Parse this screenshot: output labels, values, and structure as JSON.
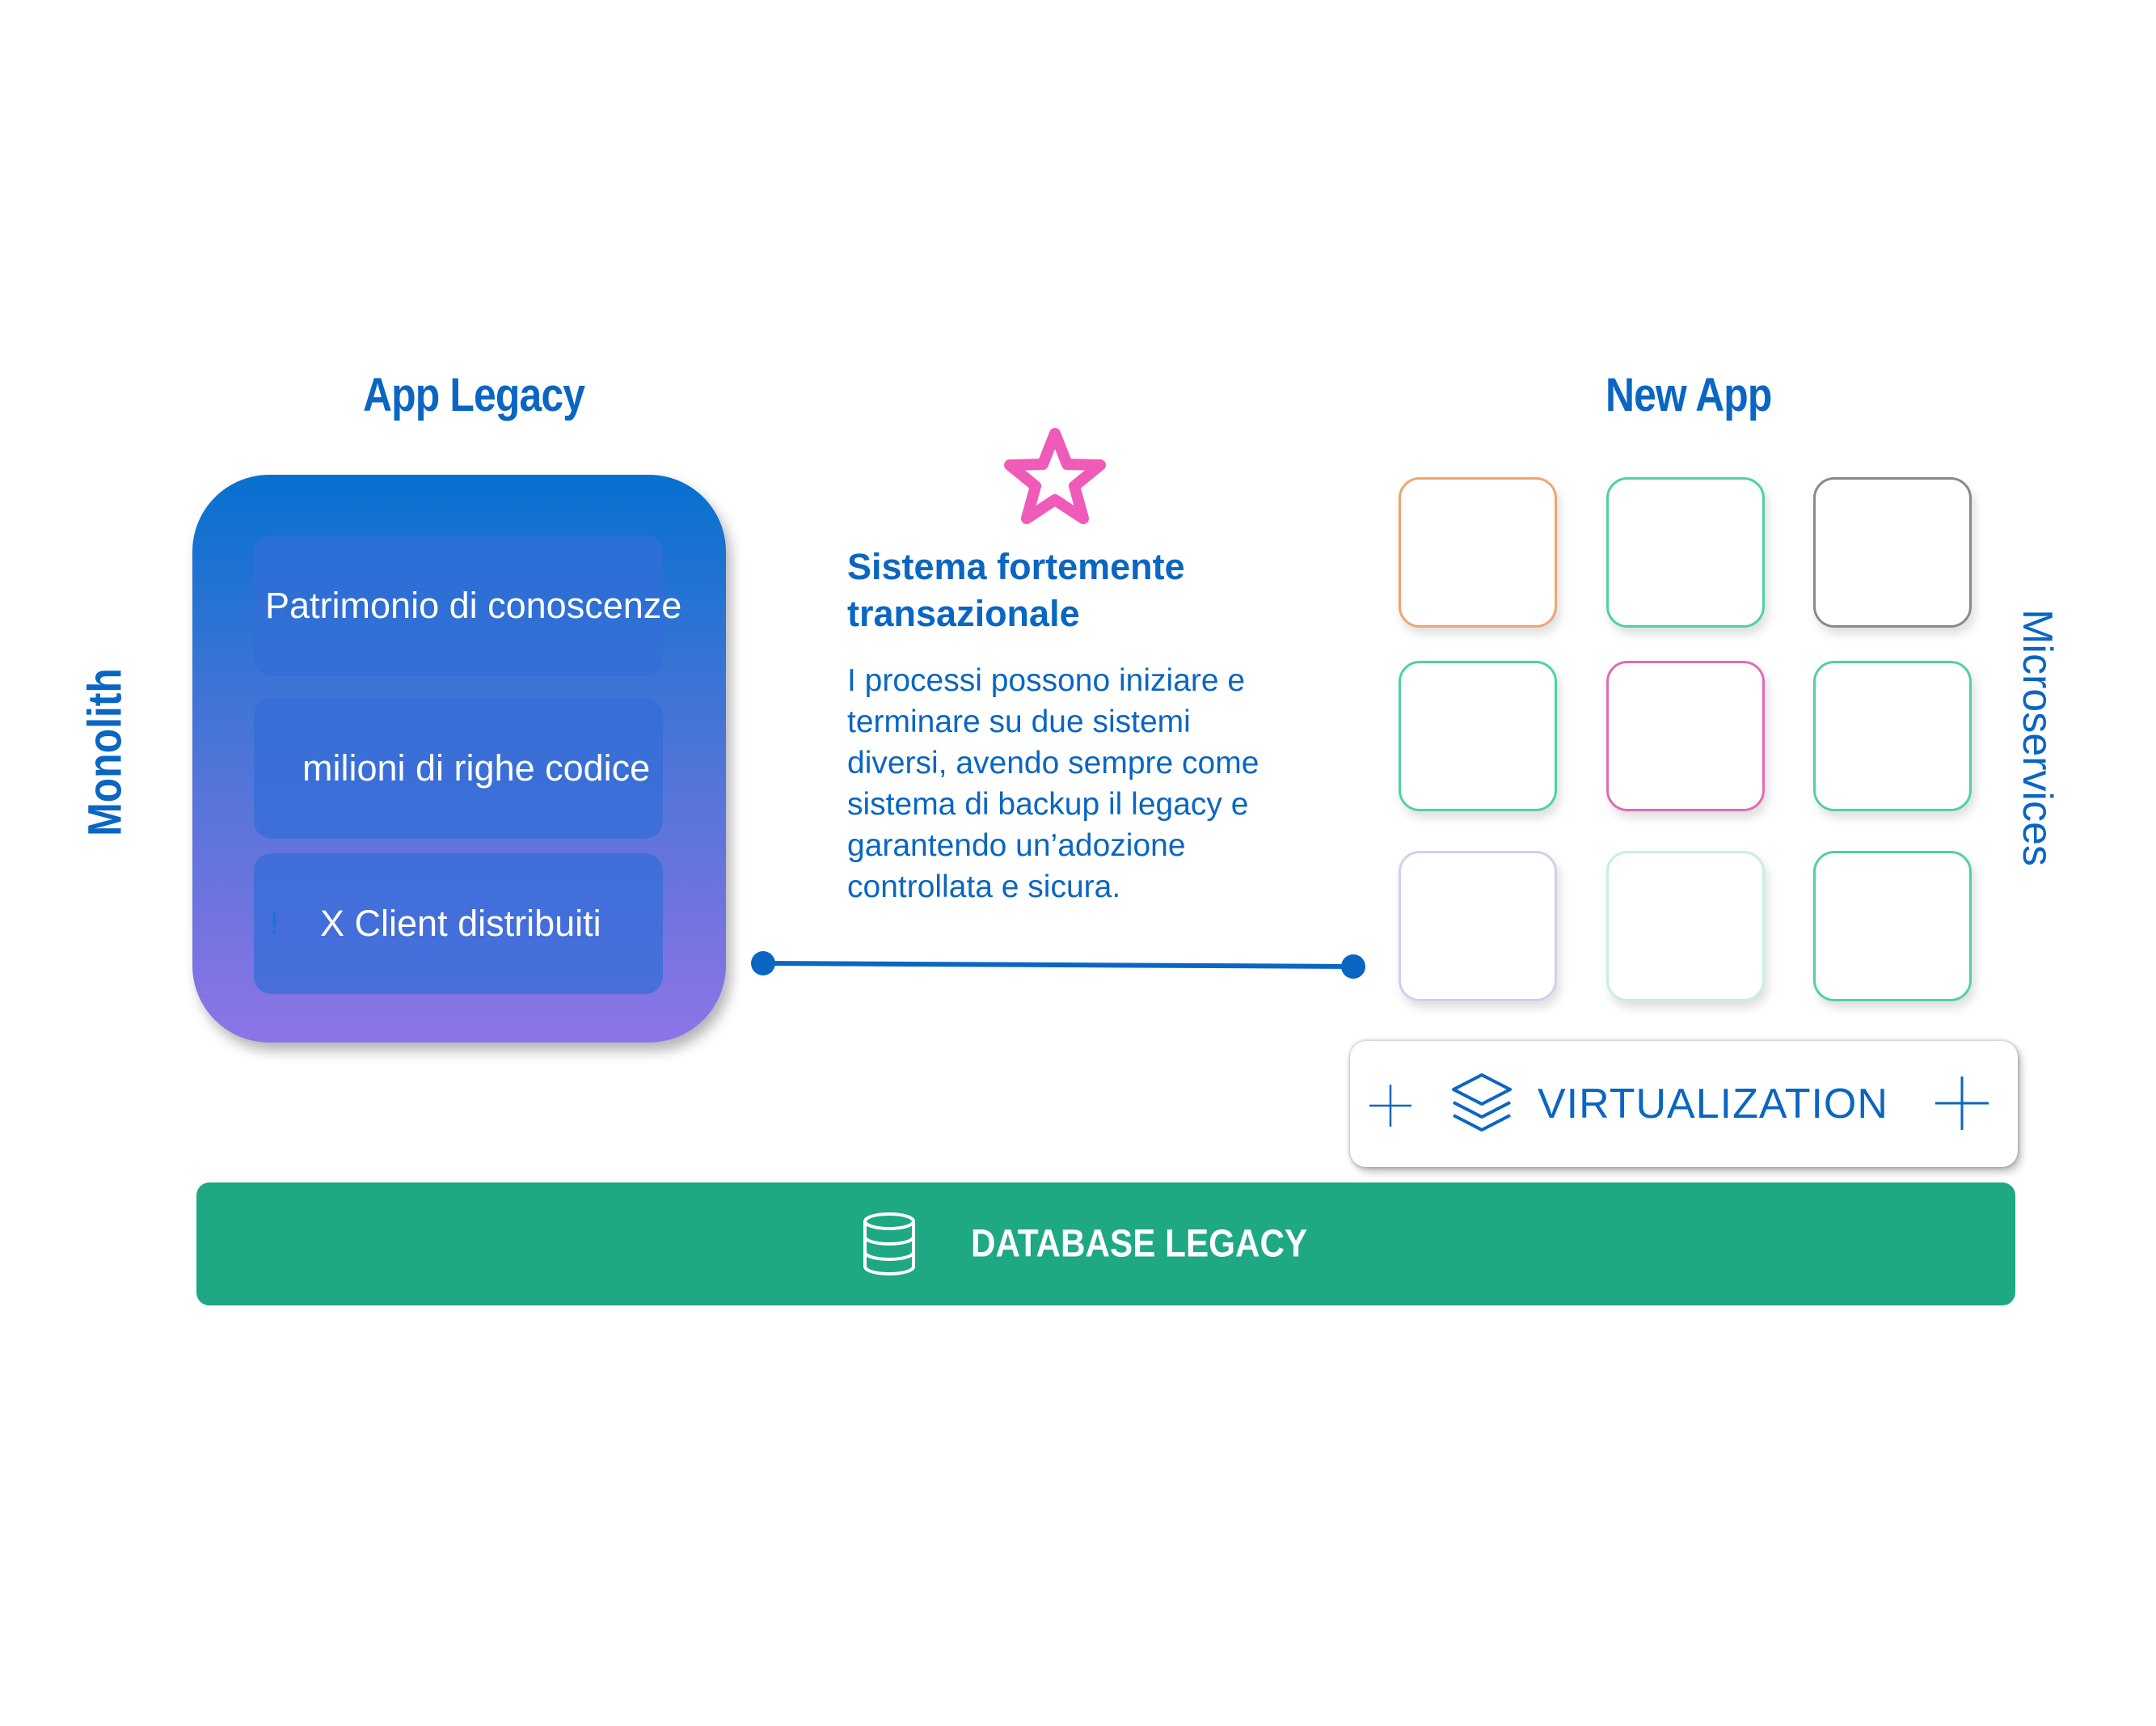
{
  "legacy": {
    "title": "App Legacy",
    "side_label": "Monolith",
    "items": [
      {
        "label": "Patrimonio di conoscenze"
      },
      {
        "label": "milioni di righe codice"
      },
      {
        "label": "X Client distribuiti",
        "marker": "!"
      }
    ]
  },
  "feature": {
    "icon": "star-icon",
    "title_line1": "Sistema fortemente",
    "title_line2": "transazionale",
    "desc_lines": [
      "I processi possono iniziare e",
      "terminare su due sistemi",
      "diversi, avendo sempre come",
      "sistema di backup il legacy e",
      "garantendo un’adozione",
      "controllata e sicura."
    ]
  },
  "new_app": {
    "title": "New App",
    "side_label": "Microservices",
    "tiles": [
      {
        "border": "#f0a470"
      },
      {
        "border": "#4fd1a5"
      },
      {
        "border": "#8a8a8a"
      },
      {
        "border": "#4fd1a5"
      },
      {
        "border": "#e26bb4"
      },
      {
        "border": "#4fd1a5"
      },
      {
        "border": "#cfd0ee"
      },
      {
        "border": "#c8efdf"
      },
      {
        "border": "#4fd1a5"
      }
    ]
  },
  "virtualization": {
    "label": "VIRTUALIZATION",
    "icon": "layers-icon"
  },
  "database": {
    "label": "DATABASE LEGACY",
    "icon": "database-icon"
  },
  "colors": {
    "primary_blue": "#0a66c2",
    "star_pink": "#f05ab8",
    "db_green": "#1ea883",
    "gradient_top": "#0671cf",
    "gradient_bottom": "#8d74e6"
  }
}
